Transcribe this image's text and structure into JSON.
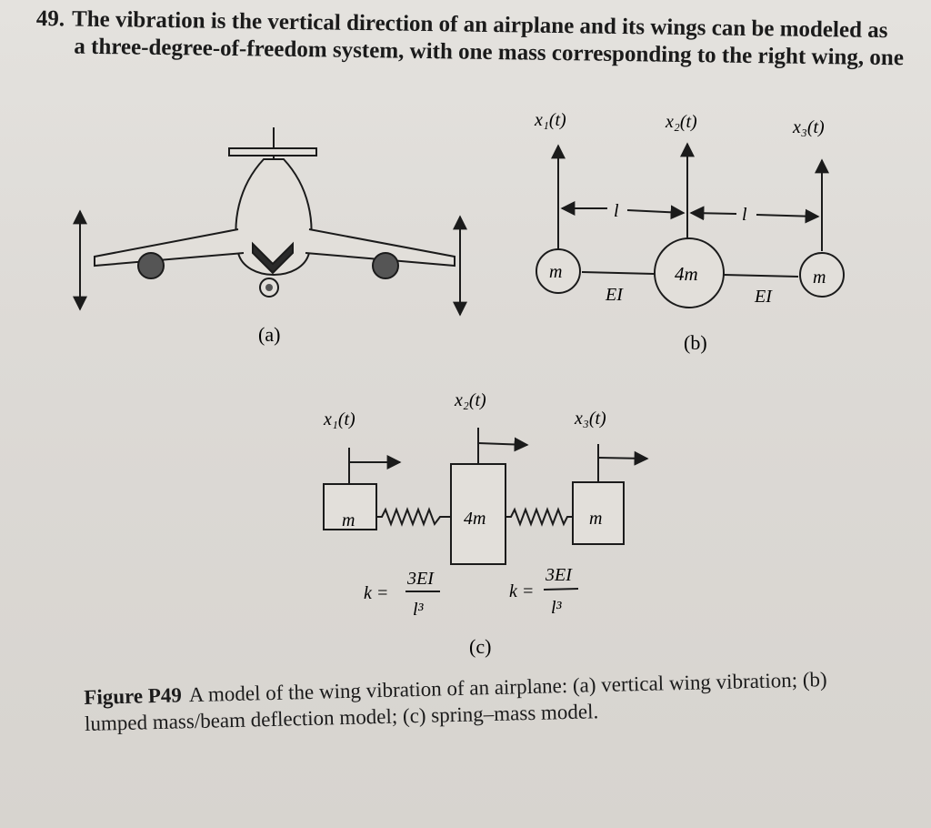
{
  "problem": {
    "number": "49.",
    "line1": "The vibration is the vertical direction of an airplane and its wings can be modeled as",
    "line2": "a three-degree-of-freedom system, with one mass corresponding to the right wing, one"
  },
  "figure_a": {
    "label": "(a)"
  },
  "figure_b": {
    "label": "(b)",
    "x1": "x₁(t)",
    "x2": "x₂(t)",
    "x3": "x₃(t)",
    "span_left": "l",
    "span_right": "l",
    "mass_left": "m",
    "mass_center": "4m",
    "mass_right": "m",
    "ei_left": "EI",
    "ei_right": "EI"
  },
  "figure_c": {
    "label": "(c)",
    "x1": "x₁(t)",
    "x2": "x₂(t)",
    "x3": "x₃(t)",
    "mass_left": "m",
    "mass_center": "4m",
    "mass_right": "m",
    "k_left_prefix": "k =",
    "k_left_num": "3EI",
    "k_left_den": "l³",
    "k_right_prefix": "k =",
    "k_right_num": "3EI",
    "k_right_den": "l³"
  },
  "caption": {
    "figure_id": "Figure P49",
    "text": "A model of the wing vibration of an airplane: (a) vertical wing vibration; (b) lumped mass/beam deflection model; (c) spring–mass model."
  }
}
